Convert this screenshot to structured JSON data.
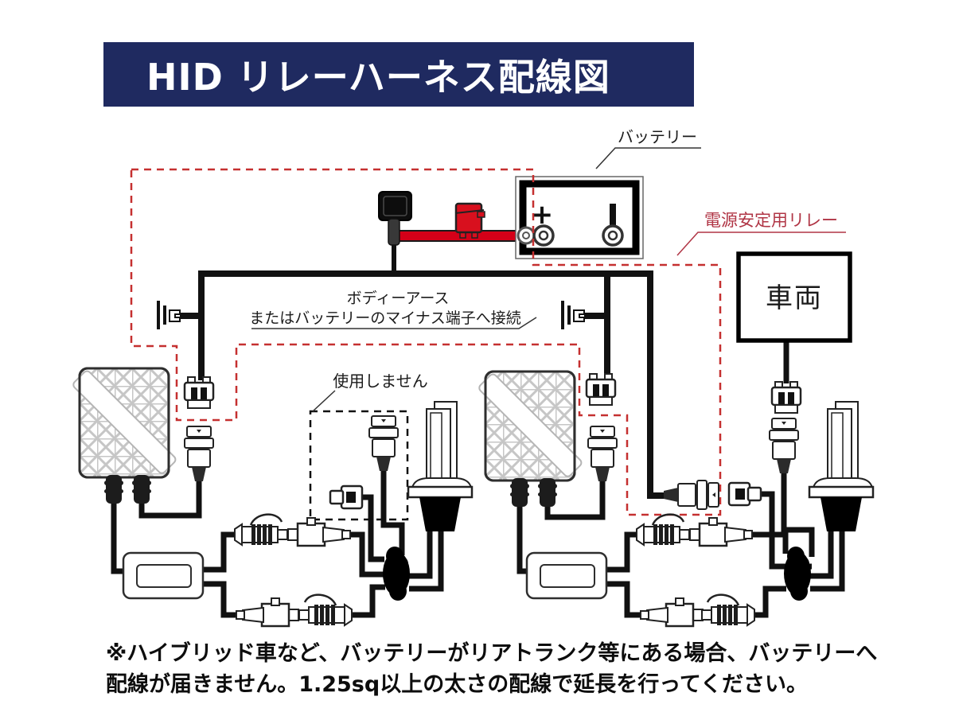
{
  "header": {
    "title": "HID リレーハーネス配線図"
  },
  "diagram": {
    "battery_label": "バッテリー",
    "relay_label": "電源安定用リレー",
    "ground_note_line1": "ボディーアース",
    "ground_note_line2": "またはバッテリーのマイナス端子へ接続",
    "not_used_label": "使用しません",
    "vehicle_label": "車両",
    "battery_plus": "+"
  },
  "note": {
    "line1": "※ハイブリッド車など、バッテリーがリアトランク等にある場合、バッテリーへ",
    "line2": "配線が届きません。1.25sq以上の太さの配線で延長を行ってください。"
  },
  "colors": {
    "header_bg": "#1f2a60",
    "header_text": "#ffffff",
    "power_wire_red": "#d40018",
    "fuse_red": "#d8101e",
    "kit_outline_red": "#c53030",
    "relay_label_red": "#b03545",
    "wire_black": "#111111"
  }
}
